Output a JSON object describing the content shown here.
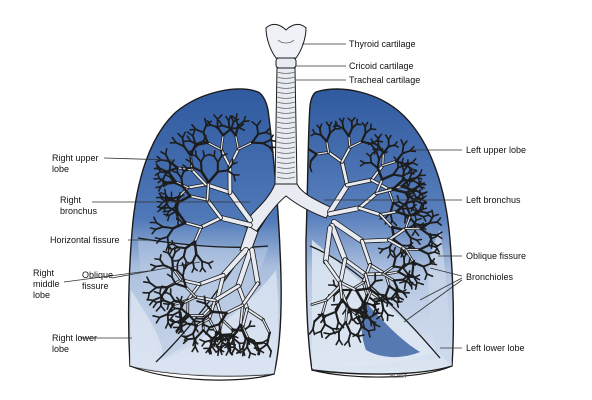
{
  "labels": {
    "thyroid_cartilage": "Thyroid cartilage",
    "cricoid_cartilage": "Cricoid cartilage",
    "tracheal_cartilage": "Tracheal cartilage",
    "left_upper_lobe": "Left upper lobe",
    "left_bronchus": "Left bronchus",
    "oblique_fissure_left": "Oblique fissure",
    "bronchioles": "Bronchioles",
    "left_lower_lobe": "Left lower lobe",
    "right_upper_lobe": "Right upper\nlobe",
    "right_bronchus": "Right\nbronchus",
    "horizontal_fissure": "Horizontal fissure",
    "right_middle_lobe": "Right\nmiddle\nlobe",
    "oblique_fissure_right": "Oblique\nfissure",
    "right_lower_lobe": "Right lower\nlobe",
    "artist_signature": "HEBDT"
  },
  "colors": {
    "lobe_dark": "#3f66a6",
    "lobe_light": "#c9d6ea",
    "lobe_pale": "#dde6f2",
    "airway": "#e8ecf2",
    "outline": "#1b1b1b",
    "leader": "#333333"
  }
}
